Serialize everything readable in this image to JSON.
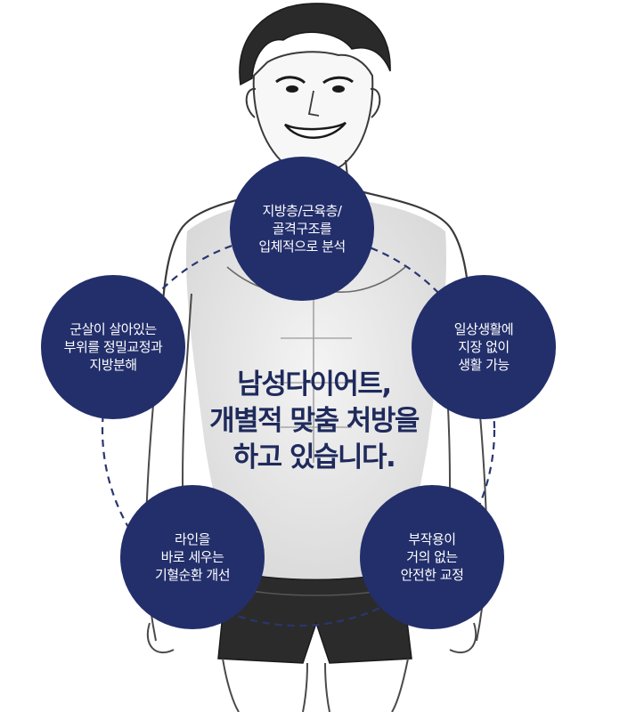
{
  "headline": "남성다이어트,\n개별적 맞춤 처방을\n하고 있습니다.",
  "bubbles": [
    {
      "text": "지방층/근육층/\n골격구조를\n입체적으로 분석"
    },
    {
      "text": "군살이 살아있는\n부위를 정밀교정과\n지방분해"
    },
    {
      "text": "일상생활에\n지장 없이\n생활 가능"
    },
    {
      "text": "라인을\n바로 세우는\n기혈순환 개선"
    },
    {
      "text": "부작용이\n거의 없는\n안전한 교정"
    }
  ],
  "colors": {
    "bubble": "#232f6b",
    "headline": "#1f2a5c",
    "dashed_ring": "#2a3670",
    "sketch": "#3a3a3a"
  }
}
